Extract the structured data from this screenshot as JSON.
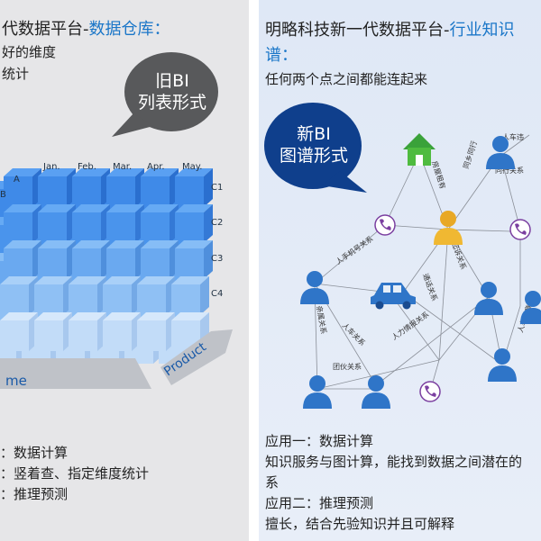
{
  "left": {
    "title_a": "代数据平台-",
    "title_b": "数据仓库：",
    "line1": "好的维度",
    "line2": "统计",
    "bubble_l1": "旧BI",
    "bubble_l2": "列表形式",
    "months": [
      "A",
      "Jan.",
      "Feb.",
      "Mar.",
      "Apr.",
      "May."
    ],
    "row_b": "B",
    "c_labels": [
      "C1",
      "C2",
      "C3",
      "C4"
    ],
    "product": "Product",
    "time": "me",
    "b1": "：数据计算",
    "b2": "：竖着查、指定维度统计",
    "b3": "：推理预测"
  },
  "right": {
    "title_a": "明略科技新一代数据平台-",
    "title_b": "行业知识",
    "title_c": "谱：",
    "subtitle": "任何两个点之间都能连起来",
    "bubble_l1": "新BI",
    "bubble_l2": "图谱形式",
    "edges": [
      "人车违",
      "同行关系",
      "房屋租有",
      "同乡同行",
      "人手机号关系",
      "起诉关系",
      "通话关系",
      "亲属关系",
      "人车关系",
      "人力情报关系",
      "团伙关系",
      "人车违章"
    ],
    "app1": "应用一：数据计算",
    "app1_desc": "知识服务与图计算，能找到数据之间潜在的",
    "app1_desc2": "系",
    "app2": "应用二：推理预测",
    "app2_desc": "擅长，结合先验知识并且可解释"
  }
}
